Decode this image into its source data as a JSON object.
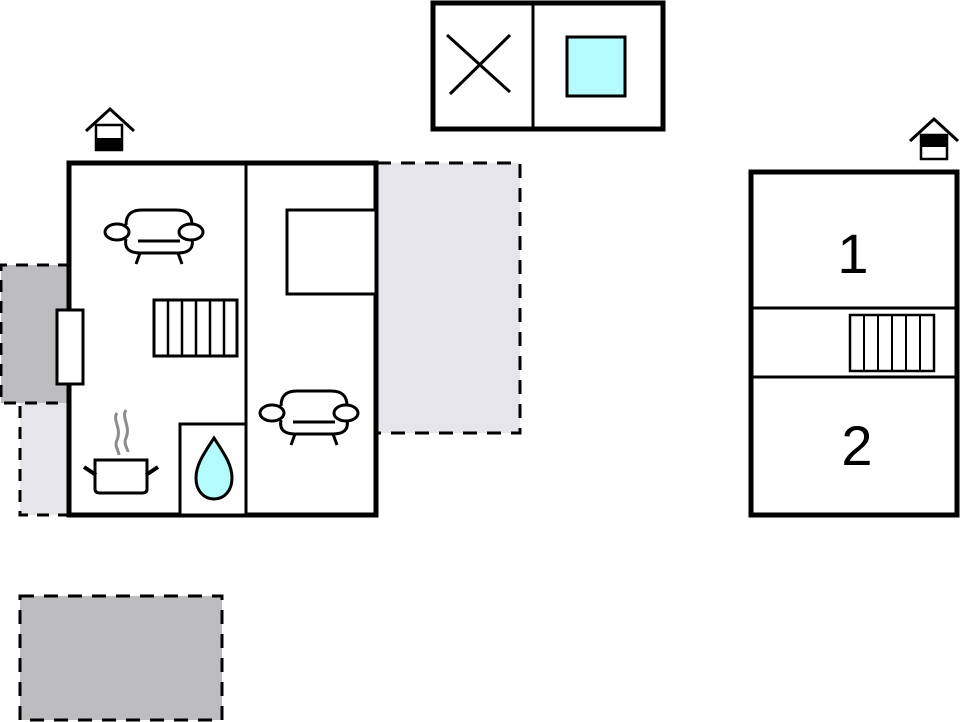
{
  "colors": {
    "wall": "#000000",
    "background": "#ffffff",
    "terrace_dark": "#bdbdc0",
    "terrace_light": "#e6e6ea",
    "water": "#b3fbfd",
    "steam": "#8c8c8c"
  },
  "floor_plans": [
    {
      "name": "ground-floor",
      "rooms": [
        "living-room",
        "kitchen",
        "bathroom",
        "second-living-room"
      ],
      "icons": [
        "entrance-icon",
        "sofa-icon",
        "stairs-icon",
        "cooking-pot-icon",
        "water-drop-icon",
        "sofa-icon",
        "door-icon"
      ]
    },
    {
      "name": "upper-floor",
      "rooms": [
        {
          "label": "1"
        },
        {
          "label": "2"
        }
      ],
      "icons": [
        "upper-floor-entrance-icon",
        "stairs-icon"
      ]
    }
  ],
  "room_labels": {
    "bedroom_1": "1",
    "bedroom_2": "2"
  },
  "annex": {
    "cells": [
      "not-applicable-x",
      "pool-or-window"
    ]
  },
  "outdoor_areas": [
    "left-terrace",
    "left-lower-terrace",
    "right-terrace",
    "parking-area"
  ]
}
